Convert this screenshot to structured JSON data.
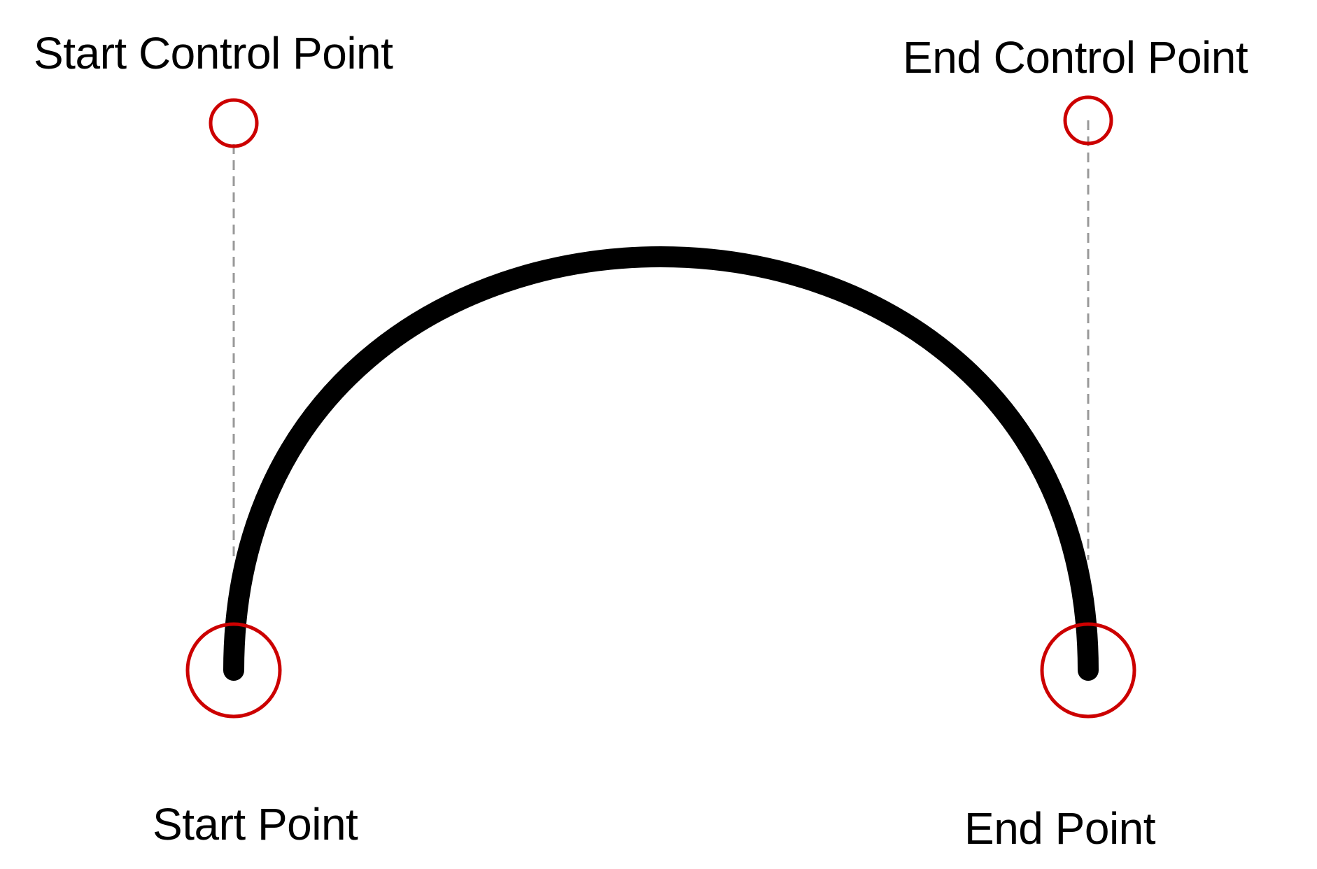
{
  "labels": {
    "start_control_point": "Start Control Point",
    "end_control_point": "End Control Point",
    "start_point": "Start Point",
    "end_point": "End Point"
  },
  "colors": {
    "curve": "#000000",
    "marker": "#cc0000",
    "guide": "#999999",
    "background": "#ffffff"
  }
}
